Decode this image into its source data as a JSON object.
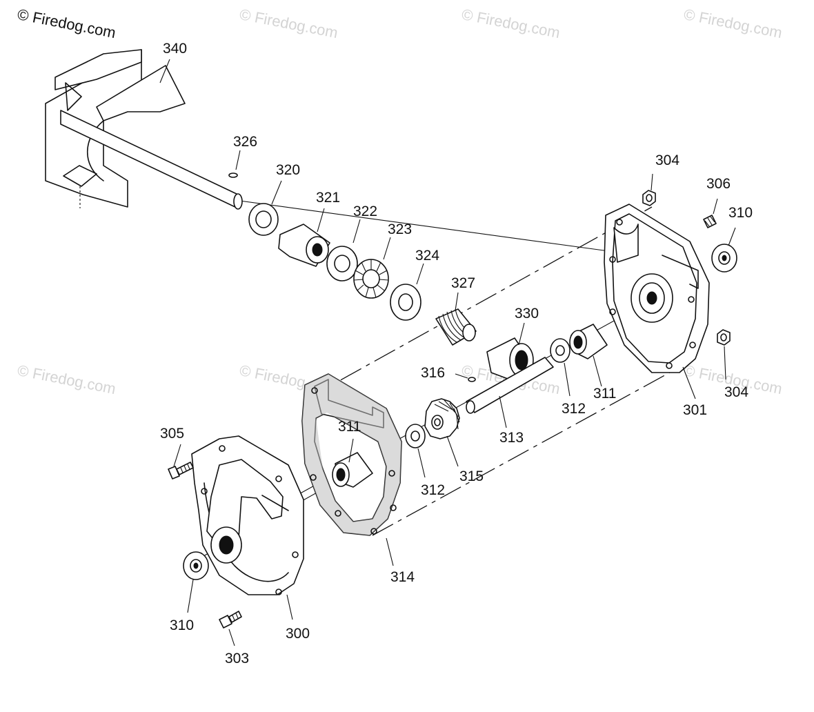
{
  "watermarks": {
    "primary": "© Firedog.com",
    "repeat": "© Firedog.com"
  },
  "callouts": {
    "p340": "340",
    "p326": "326",
    "p320": "320",
    "p321": "321",
    "p322": "322",
    "p323": "323",
    "p324": "324",
    "p327": "327",
    "p330": "330",
    "p316": "316",
    "p311a": "311",
    "p311b": "311",
    "p313": "313",
    "p312a": "312",
    "p312b": "312",
    "p315": "315",
    "p304a": "304",
    "p304b": "304",
    "p306": "306",
    "p310a": "310",
    "p310b": "310",
    "p301": "301",
    "p305": "305",
    "p314": "314",
    "p300": "300",
    "p303": "303"
  },
  "colors": {
    "ink": "#111111",
    "watermark": "#d4d4d4",
    "background": "#ffffff"
  }
}
